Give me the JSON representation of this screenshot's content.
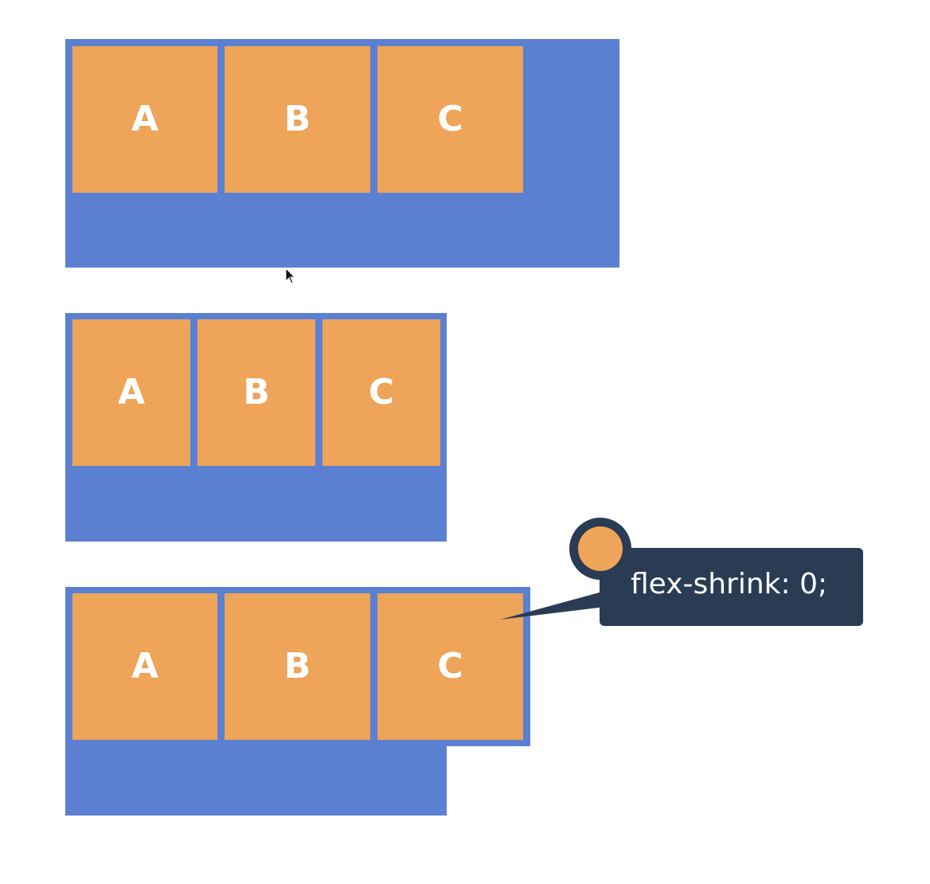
{
  "colors": {
    "container": "#5b80d2",
    "item": "#eea459",
    "callout": "#2a3b54",
    "text": "#ffffff"
  },
  "diagrams": [
    {
      "items": [
        {
          "label": "A"
        },
        {
          "label": "B"
        },
        {
          "label": "C"
        }
      ]
    },
    {
      "items": [
        {
          "label": "A"
        },
        {
          "label": "B"
        },
        {
          "label": "C"
        }
      ]
    },
    {
      "items": [
        {
          "label": "A"
        },
        {
          "label": "B"
        },
        {
          "label": "C"
        }
      ]
    }
  ],
  "callout": {
    "text": "flex-shrink: 0;"
  }
}
